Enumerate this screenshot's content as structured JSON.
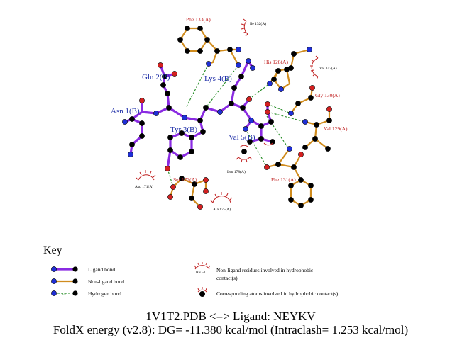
{
  "colors": {
    "ligand_bond": "#8a2be2",
    "nonligand_bond": "#d08c1e",
    "hbond": "#228b22",
    "carbon": "#000000",
    "nitrogen": "#1f2fd6",
    "oxygen": "#d42020",
    "ligand_label": "#1f2fa8",
    "residue_label": "#c02020",
    "hydrophobic": "#c02020"
  },
  "ligand_residues": [
    {
      "label": "Asn 1(B)"
    },
    {
      "label": "Glu 2(B)"
    },
    {
      "label": "Tyr 3(B)"
    },
    {
      "label": "Lys 4(B)"
    },
    {
      "label": "Val 5(B)"
    }
  ],
  "bonded_residues": [
    {
      "label": "Phe 133(A)"
    },
    {
      "label": "His 128(A)"
    },
    {
      "label": "Gly 130(A)"
    },
    {
      "label": "Val 129(A)"
    },
    {
      "label": "Ser 172(A)"
    },
    {
      "label": "Phe 131(A)"
    }
  ],
  "hydrophobic_residues": [
    {
      "label": "Ile 132(A)"
    },
    {
      "label": "Val 142(A)"
    },
    {
      "label": "Asp 171(A)"
    },
    {
      "label": "Ala 175(A)"
    },
    {
      "label": "Leu 178(A)"
    }
  ],
  "key": {
    "title": "Key",
    "ligand_bond": "Ligand bond",
    "nonligand_bond": "Non-ligand bond",
    "hydrogen_bond": "Hydrogen bond",
    "hbond_distance": "3.0",
    "example_residue": "His 53",
    "nonligand_hydrophobic_line1": "Non-ligand residues involved in hydrophobic",
    "nonligand_hydrophobic_line2": "contact(s)",
    "corresponding_atoms": "Corresponding atoms involved in hydrophobic contact(s)"
  },
  "caption": {
    "line1": "1V1T2.PDB <=> Ligand: NEYKV",
    "line2": "FoldX energy (v2.8): DG= -11.380 kcal/mol (Intraclash= 1.253 kcal/mol)"
  }
}
